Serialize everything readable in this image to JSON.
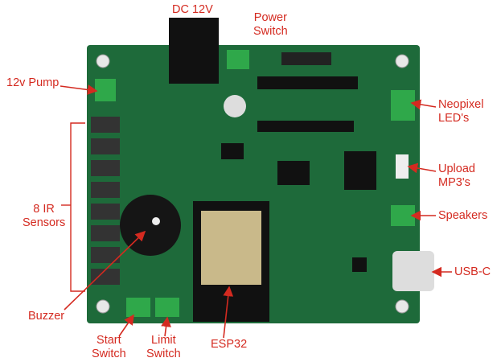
{
  "title": "PCB annotated photo",
  "colors": {
    "label": "#d42a20",
    "board": "#1e6a3a",
    "terminal": "#2fa84a"
  },
  "labels": {
    "dc": "DC 12V",
    "power": [
      "Power",
      "Switch"
    ],
    "pump": "12v Pump",
    "neopixel": [
      "Neopixel",
      "LED's"
    ],
    "upload": [
      "Upload",
      "MP3's"
    ],
    "speakers": "Speakers",
    "usbc": "USB-C",
    "ir": [
      "8 IR",
      "Sensors"
    ],
    "buzzer": "Buzzer",
    "start": [
      "Start",
      "Switch"
    ],
    "limit": [
      "Limit",
      "Switch"
    ],
    "esp32": "ESP32"
  }
}
